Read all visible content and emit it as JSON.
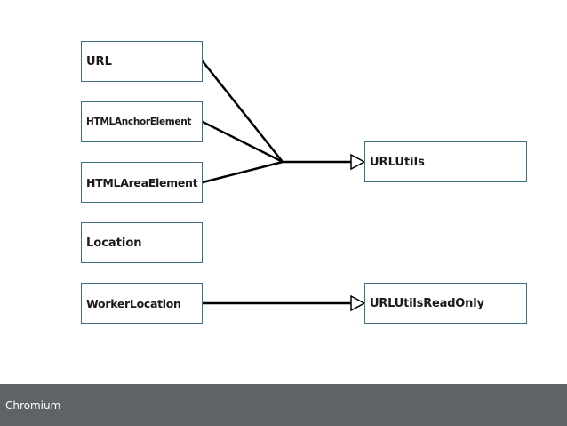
{
  "diagram": {
    "sources": [
      {
        "id": "url",
        "label": "URL",
        "target": "urlutils"
      },
      {
        "id": "htmlanchorelement",
        "label": "HTMLAnchorElement",
        "target": "urlutils"
      },
      {
        "id": "htmlareaelement",
        "label": "HTMLAreaElement",
        "target": "urlutils"
      },
      {
        "id": "location",
        "label": "Location",
        "target": null
      },
      {
        "id": "workerlocation",
        "label": "WorkerLocation",
        "target": "urlutilsreadonly"
      }
    ],
    "targets": [
      {
        "id": "urlutils",
        "label": "URLUtils"
      },
      {
        "id": "urlutilsreadonly",
        "label": "URLUtilsReadOnly"
      }
    ],
    "colors": {
      "box_border": "#3f6f84",
      "line": "#000000",
      "footer_bg": "#606366",
      "footer_text": "#ffffff"
    }
  },
  "footer": {
    "label": "Chromium"
  }
}
